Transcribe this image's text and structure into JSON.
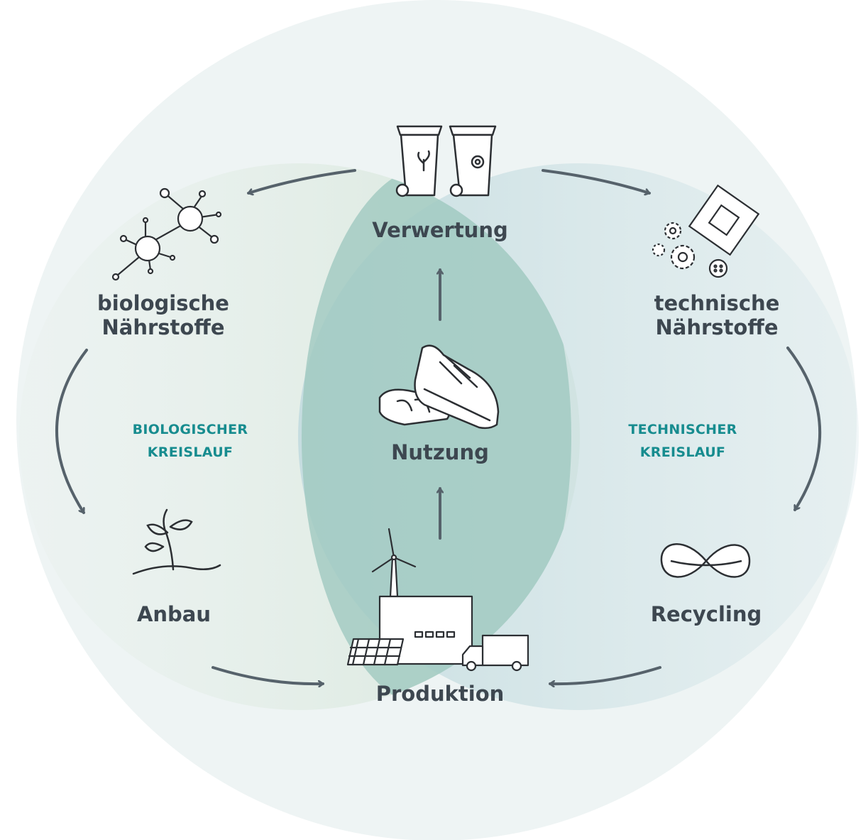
{
  "center_labels": {
    "verwertung": "Verwertung",
    "nutzung": "Nutzung",
    "produktion": "Produktion"
  },
  "left_labels": {
    "nutrients_line1": "biologische",
    "nutrients_line2": "Nährstoffe",
    "anbau": "Anbau",
    "cycle_line1": "BIOLOGISCHER",
    "cycle_line2": "KREISLAUF"
  },
  "right_labels": {
    "nutrients_line1": "technische",
    "nutrients_line2": "Nährstoffe",
    "recycling": "Recycling",
    "cycle_line1": "TECHNISCHER",
    "cycle_line2": "KREISLAUF"
  },
  "icons": {
    "waste_bins": "waste-bins-icon",
    "molecules": "molecule-icon",
    "tech_parts": "gears-and-chip-icon",
    "sneakers": "sneakers-icon",
    "sprout": "sprout-icon",
    "infinity": "infinity-recycling-icon",
    "factory": "factory-wind-solar-truck-icon"
  },
  "colors": {
    "outer_circle": "#eef4f4",
    "biological_lobe": "#e0ebe3",
    "technical_lobe": "#cfe1e4",
    "overlap": "#9ec8bf",
    "arrow": "#56626b",
    "cycle_label": "#178c8f",
    "node_label": "#3d4750"
  }
}
